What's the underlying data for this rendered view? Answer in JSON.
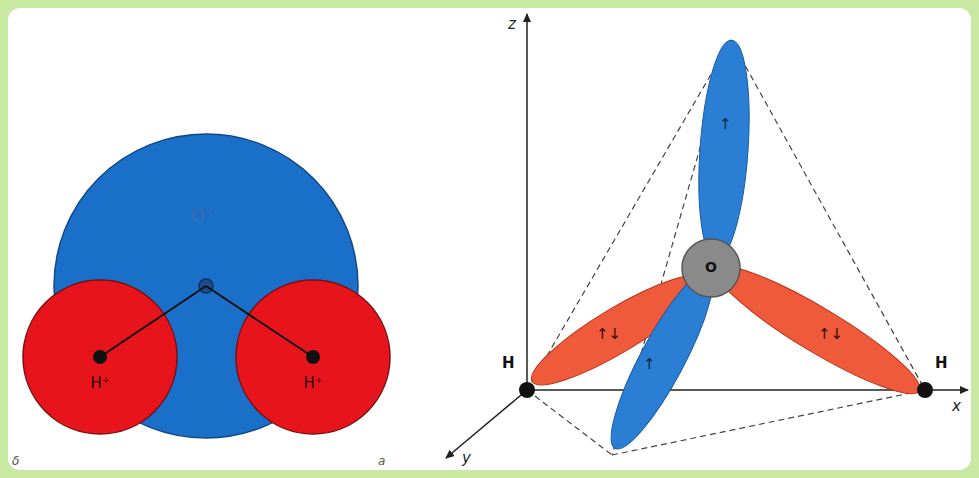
{
  "diagram": {
    "nodes": [
      {
        "text": [
          "O²⁻"
        ]
      },
      {
        "text": [
          "H⁺"
        ]
      },
      {
        "text": [
          "H⁺"
        ]
      },
      {
        "text": [
          "O"
        ]
      }
    ],
    "edges": [
      {
        "from": 0,
        "to": 1,
        "arrow": "none"
      },
      {
        "from": 0,
        "to": 2,
        "arrow": "none"
      }
    ],
    "labels": [
      "z",
      "x",
      "y",
      "H",
      "H",
      "↑",
      "↑",
      "↑↓",
      "↑↓",
      "δ",
      "a"
    ]
  }
}
